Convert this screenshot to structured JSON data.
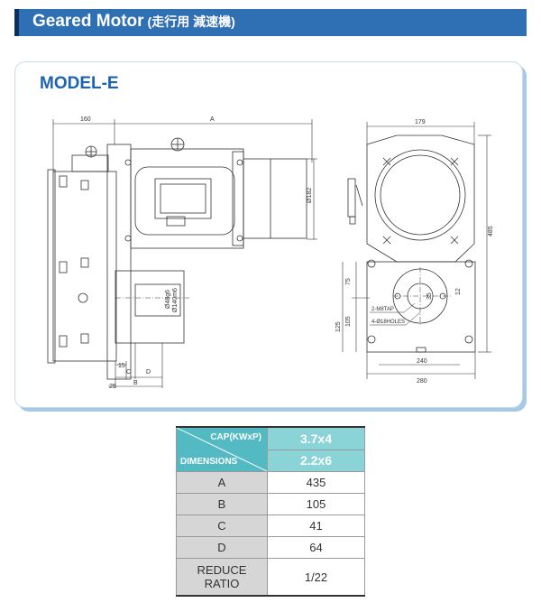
{
  "header": {
    "title": "Geared Motor",
    "subtitle": "(走行用 減速機)"
  },
  "model": "MODEL-E",
  "drawing": {
    "dims": {
      "d160": "160",
      "A": "A",
      "d179": "179",
      "d182": "Ø182",
      "d485": "485",
      "d75": "75",
      "d105": "105",
      "d125": "125",
      "d240": "240",
      "d280": "280",
      "shaft": "Ø48g6",
      "shaft2": "Ø140m6",
      "d15": "15",
      "d25": "25",
      "C": "C",
      "D": "D",
      "B": "B",
      "d35": "35",
      "d12": "12",
      "tap": "2-M8TAP",
      "holes": "4-Ø18HOLES"
    }
  },
  "table": {
    "header_right": "CAP(KWxP)",
    "header_left": "DIMENSIONS",
    "cap1": "3.7x4",
    "cap2": "2.2x6",
    "rows": [
      {
        "label": "A",
        "value": "435"
      },
      {
        "label": "B",
        "value": "105"
      },
      {
        "label": "C",
        "value": "41"
      },
      {
        "label": "D",
        "value": "64"
      }
    ],
    "reduce_label_1": "REDUCE",
    "reduce_label_2": "RATIO",
    "reduce_value": "1/22"
  },
  "colors": {
    "banner": "#2f6fb3",
    "accent": "#1d63b0",
    "teal": "#53b9c2",
    "teal_light": "#8ad3d6"
  }
}
